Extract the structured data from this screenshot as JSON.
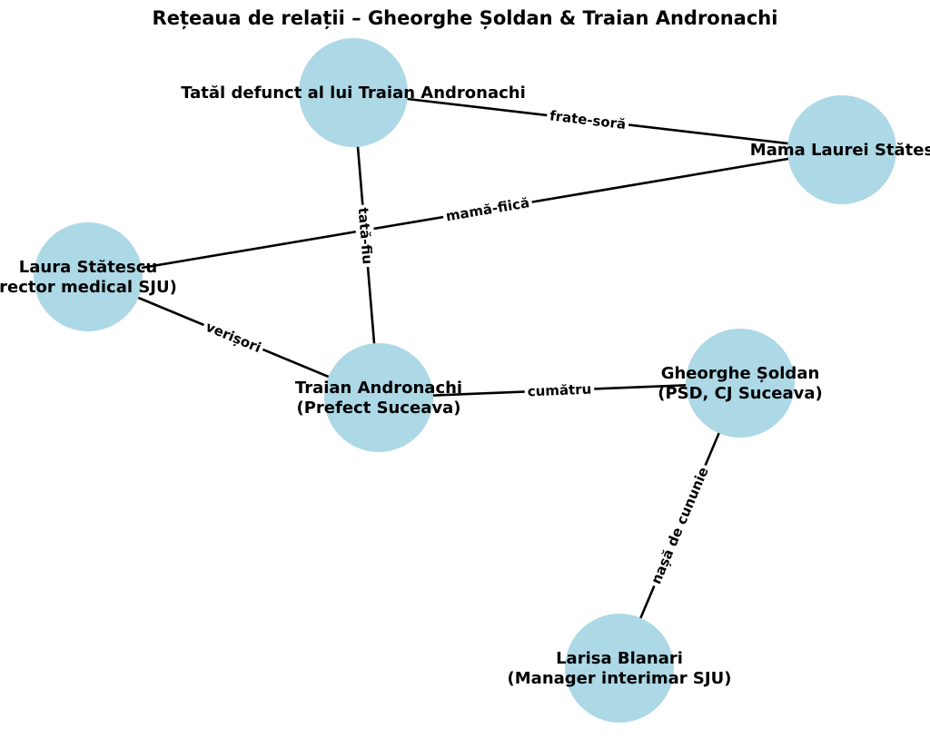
{
  "title": "Rețeaua de relații – Gheorghe Șoldan & Traian Andronachi",
  "colors": {
    "node_fill": "#add8e6",
    "edge": "#000000",
    "text": "#000000",
    "background": "#ffffff"
  },
  "nodes": [
    {
      "id": "tatal",
      "lines": [
        "Tatăl defunct al lui Traian Andronachi"
      ]
    },
    {
      "id": "mama",
      "lines": [
        "Mama Laurei Stătes"
      ]
    },
    {
      "id": "laura",
      "lines": [
        "Laura Stătescu",
        "rector medical SJU)"
      ]
    },
    {
      "id": "traian",
      "lines": [
        "Traian Andronachi",
        "(Prefect Suceava)"
      ]
    },
    {
      "id": "gheorghe",
      "lines": [
        "Gheorghe Șoldan",
        "(PSD, CJ Suceava)"
      ]
    },
    {
      "id": "larisa",
      "lines": [
        "Larisa Blanari",
        "(Manager interimar SJU)"
      ]
    }
  ],
  "edges": [
    {
      "from": "tatal",
      "to": "mama",
      "label": "frate-soră"
    },
    {
      "from": "tatal",
      "to": "traian",
      "label": "tată-fiu"
    },
    {
      "from": "mama",
      "to": "laura",
      "label": "mamă-fiică"
    },
    {
      "from": "laura",
      "to": "traian",
      "label": "verișori"
    },
    {
      "from": "traian",
      "to": "gheorghe",
      "label": "cumătru"
    },
    {
      "from": "gheorghe",
      "to": "larisa",
      "label": "nașă de cununie"
    }
  ]
}
